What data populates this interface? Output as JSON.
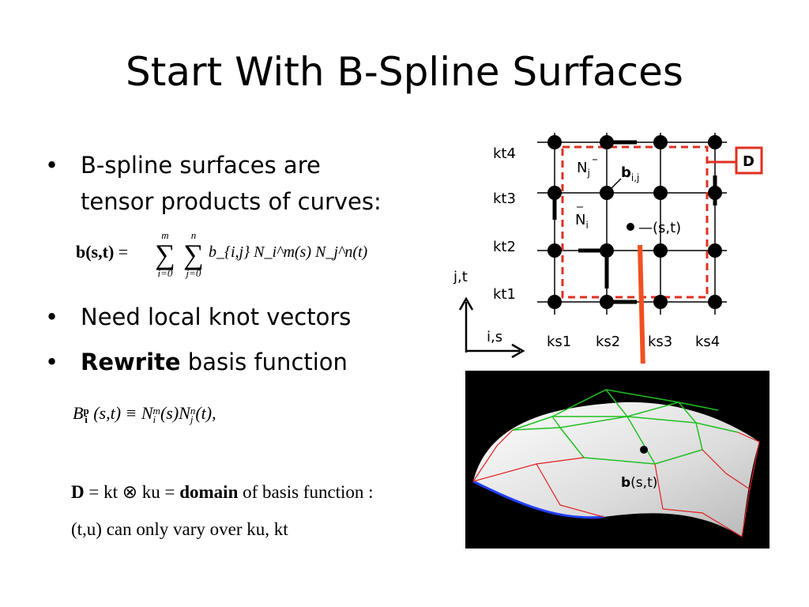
{
  "title": "Start With B-Spline Surfaces",
  "bullets": [
    {
      "line1": "B-spline surfaces are",
      "line2": "tensor products of curves:"
    },
    {
      "text": "Need local knot vectors"
    },
    {
      "bold": "Rewrite",
      "rest": " basis function"
    }
  ],
  "bullet_glyph": "•",
  "equations": {
    "surface": {
      "lhs": "b(s,t)",
      "sum_upper_1": "m",
      "sum_lower_1": "i=0",
      "sum_upper_2": "n",
      "sum_lower_2": "j=0",
      "sum_glyph": "∑",
      "rhs": "b_{i,j} N_i^m(s) N_j^n(t)"
    },
    "basis": {
      "B": "B",
      "sup": "p",
      "sub": "i",
      "rest": " (s,t) ≡ N",
      "N1_sup": "m",
      "N1_sub": "i",
      "mid": "(s)N",
      "N2_sup": "n",
      "N2_sub": "j",
      "end": "(t),"
    },
    "domain_line": {
      "D": "D",
      "a": " = kt ⊗ ku = ",
      "domain": "domain",
      "b": " of basis function :"
    },
    "vary_line": "(t,u) can only vary over ku, kt"
  },
  "diagram": {
    "kt_labels": [
      "kt4",
      "kt3",
      "kt2",
      "kt1"
    ],
    "ks_labels": [
      "ks1",
      "ks2",
      "ks3",
      "ks4"
    ],
    "axis_vertical": "j,t",
    "axis_horizontal": "i,s",
    "domain_label": "D",
    "Nj": {
      "base": "N",
      "sub": "j"
    },
    "Ni": {
      "base": "N",
      "sub": "i"
    },
    "bij": {
      "base": "b",
      "sub": "i,j"
    },
    "st_label": "—(s,t)",
    "colors": {
      "red": "#e03020",
      "arrow": "#f05020",
      "black": "#000000"
    }
  },
  "surface": {
    "label_b": "b",
    "label_rest": "(s,t)",
    "colors": {
      "background": "#000000",
      "mesh_green": "#20c020",
      "mesh_red": "#e02020",
      "edge_blue": "#2040ff",
      "surface": "#e6e6e6"
    }
  }
}
